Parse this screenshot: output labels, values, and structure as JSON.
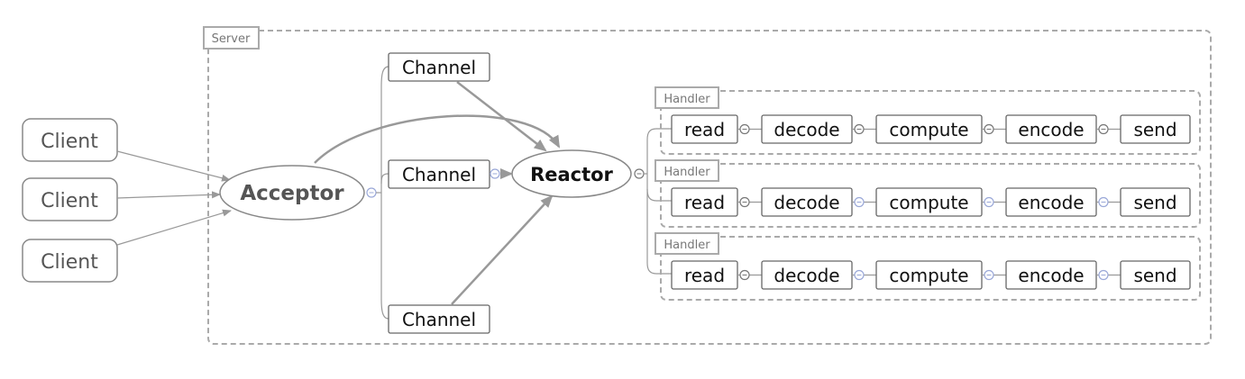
{
  "colors": {
    "line": "#999999",
    "box": "#666666",
    "dashed": "#aaaaaa",
    "collapse_blue": "#9aa8d8"
  },
  "server": {
    "label": "Server"
  },
  "clients": [
    {
      "label": "Client"
    },
    {
      "label": "Client"
    },
    {
      "label": "Client"
    }
  ],
  "acceptor": {
    "label": "Acceptor"
  },
  "reactor": {
    "label": "Reactor"
  },
  "channels": [
    {
      "label": "Channel"
    },
    {
      "label": "Channel"
    },
    {
      "label": "Channel"
    }
  ],
  "handlers": [
    {
      "label": "Handler",
      "steps": [
        "read",
        "decode",
        "compute",
        "encode",
        "send"
      ]
    },
    {
      "label": "Handler",
      "steps": [
        "read",
        "decode",
        "compute",
        "encode",
        "send"
      ]
    },
    {
      "label": "Handler",
      "steps": [
        "read",
        "decode",
        "compute",
        "encode",
        "send"
      ]
    }
  ]
}
